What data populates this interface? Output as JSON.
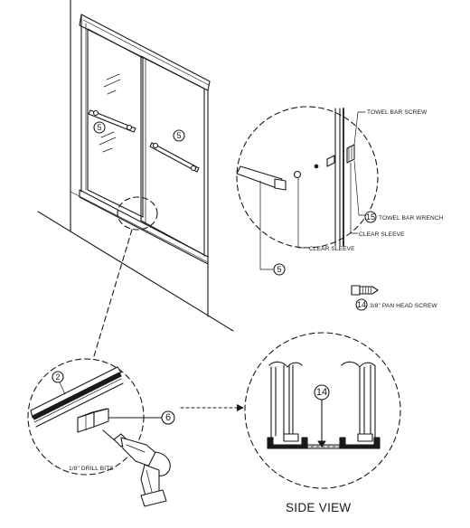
{
  "callouts": {
    "two": "2",
    "five": "5",
    "six": "6",
    "fourteen": "14",
    "fifteen": "15"
  },
  "labels": {
    "towel_bar_screw": "TOWEL BAR SCREW",
    "towel_bar_wrench": "TOWEL BAR WRENCH",
    "clear_sleeve": "CLEAR SLEEVE",
    "pan_head_screw": "3/8\" PAN HEAD SCREW",
    "drill_bits": "1/8\" DRILL BITS",
    "side_view": "SIDE VIEW"
  }
}
